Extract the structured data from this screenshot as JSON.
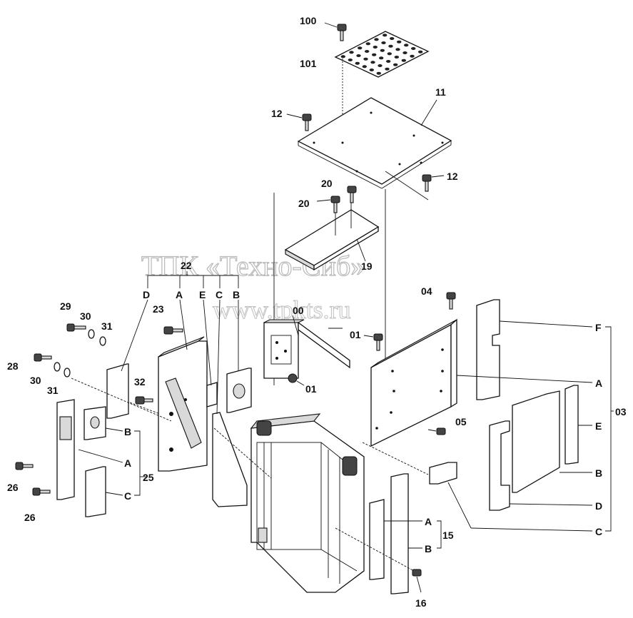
{
  "diagram": {
    "watermark_line1": "ТПК «Техно-Сиб»",
    "watermark_line2": "www.tpkts.ru",
    "callouts": {
      "c100": "100",
      "c101": "101",
      "c11": "11",
      "c12a": "12",
      "c12b": "12",
      "c20a": "20",
      "c20b": "20",
      "c19": "19",
      "c00": "00",
      "c01a": "01",
      "c01b": "01",
      "c04": "04",
      "c05": "05",
      "c22": "22",
      "c23": "23",
      "c29": "29",
      "c30a": "30",
      "c31a": "31",
      "c28": "28",
      "c30b": "30",
      "c31b": "31",
      "c32": "32",
      "c26a": "26",
      "c26b": "26",
      "c25": "25",
      "c15": "15",
      "c16": "16",
      "c03": "03"
    },
    "letters": {
      "g22_D": "D",
      "g22_A": "A",
      "g22_E": "E",
      "g22_C": "C",
      "g22_B": "B",
      "g25_B": "B",
      "g25_A": "A",
      "g25_C": "C",
      "g03_F": "F",
      "g03_A": "A",
      "g03_E": "E",
      "g03_B": "B",
      "g03_D": "D",
      "g03_C": "C",
      "g15_A": "A",
      "g15_B": "B"
    }
  }
}
